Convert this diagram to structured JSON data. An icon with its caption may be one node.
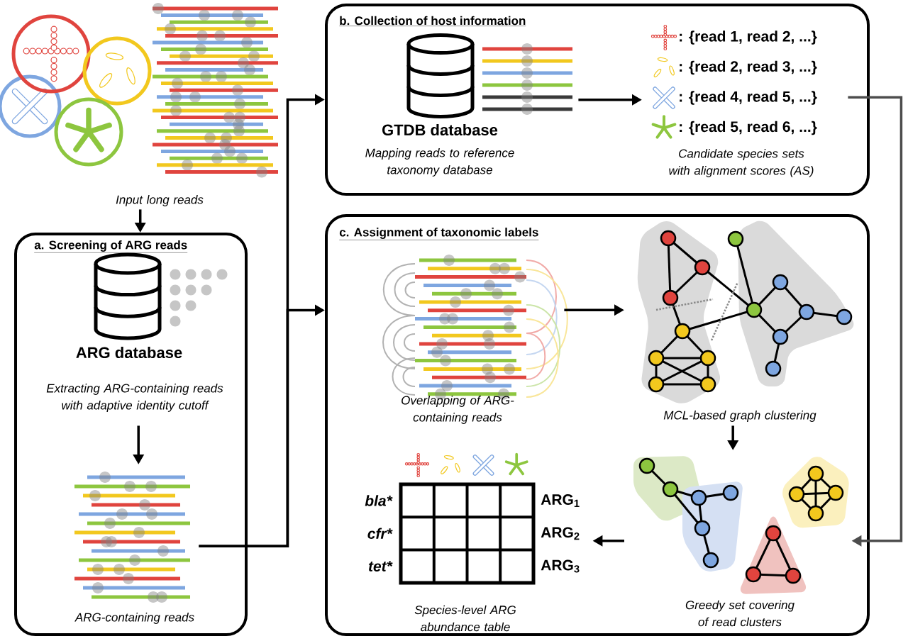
{
  "diagram": {
    "nodes": [
      {
        "text": [],
        "shape": "picture",
        "beside": [
          "Input long reads"
        ]
      },
      {
        "text": [
          "a. Screening of ARG reads"
        ]
      },
      {
        "text": [],
        "shape": "cylinder",
        "in": 1,
        "beside": [
          "ARG database",
          "Extracting ARG-containing reads with adaptive identity cutoff"
        ]
      },
      {
        "text": [],
        "shape": "picture",
        "in": 1,
        "beside": [
          "ARG-containing reads"
        ]
      },
      {
        "text": [
          "b. Collection of host information"
        ]
      },
      {
        "text": [],
        "shape": "cylinder",
        "in": 4,
        "beside": [
          "GTDB database",
          "Mapping reads to reference taxonomy database"
        ]
      },
      {
        "text": [
          ": {read 1, read 2, ...}",
          ": {read 2, read 3, ...}",
          ": {read 4, read 5, ...}",
          ": {read 5, read 6, ...}"
        ],
        "in": 4,
        "beside": [
          "Candidate species sets with alignment scores (AS)"
        ]
      },
      {
        "text": [
          "c. Assignment of taxonomic labels"
        ]
      },
      {
        "text": [],
        "shape": "picture",
        "in": 7,
        "beside": [
          "Overlapping of ARG-containing reads"
        ]
      },
      {
        "text": [],
        "shape": "picture",
        "in": 7,
        "beside": [
          "MCL-based graph clustering"
        ]
      },
      {
        "text": [],
        "shape": "picture",
        "in": 7,
        "beside": [
          "Greedy set covering of read clusters"
        ]
      },
      {
        "text": [
          "bla*",
          "cfr*",
          "tet*",
          "ARG$_{1}$",
          "ARG$_{2}$",
          "ARG$_{3}$"
        ],
        "in": 7,
        "beside": [
          "Species-level ARG abundance table"
        ]
      }
    ],
    "edges": [
      {
        "from": 0,
        "to": 1,
        "arrow": "to"
      },
      {
        "from": 2,
        "to": 3,
        "arrow": "to"
      },
      {
        "from": 3,
        "to": 4,
        "arrow": "to"
      },
      {
        "from": 3,
        "to": 7,
        "arrow": "to"
      },
      {
        "from": 5,
        "to": 6,
        "arrow": "to"
      },
      {
        "from": 8,
        "to": 9,
        "arrow": "to"
      },
      {
        "from": 9,
        "to": 10,
        "arrow": "to"
      },
      {
        "from": 10,
        "to": 11,
        "arrow": "to"
      },
      {
        "from": 6,
        "to": 10,
        "arrow": "to",
        "color": "#4d4d4d"
      }
    ]
  }
}
